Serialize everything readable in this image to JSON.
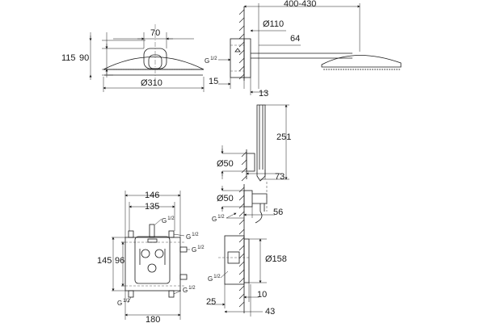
{
  "views": {
    "shower_head_front": {
      "width_d": "Ø310",
      "arm_width": "70",
      "height_outer": "115",
      "height_inner": "90"
    },
    "shower_side": {
      "arm_length": "400-430",
      "arm_d": "Ø110",
      "head_offset": "64",
      "conn_whole": "G",
      "conn_frac": "1/2",
      "wall_depth": "15",
      "offset_13": "13"
    },
    "hand_shower": {
      "length": "251",
      "holder_d": "Ø50",
      "projection": "73"
    },
    "outlet_elbow": {
      "d": "Ø50",
      "conn_whole": "G",
      "conn_frac": "1/2",
      "length": "56"
    },
    "thermostat_front": {
      "width_outer": "146",
      "width_inner": "135",
      "height_outer": "145",
      "height_inner": "96",
      "base_width": "180",
      "port_whole": "G",
      "port_frac": "1/2"
    },
    "thermostat_side": {
      "d": "Ø158",
      "port_whole": "G",
      "port_frac": "1/2",
      "depth_25": "25",
      "depth_10": "10",
      "depth_43": "43"
    }
  }
}
